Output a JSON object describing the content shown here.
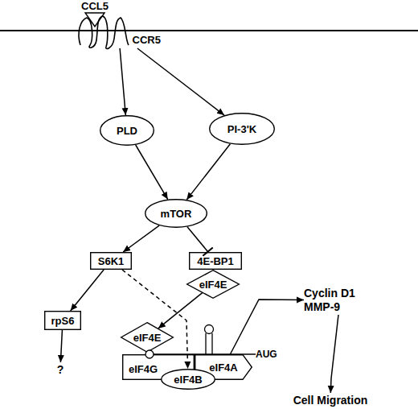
{
  "diagram": {
    "nodes": [
      {
        "text": [
          "CCL5"
        ]
      },
      {
        "text": [
          "CCR5"
        ]
      },
      {
        "text": [
          "PLD"
        ]
      },
      {
        "text": [
          "PI-3'K"
        ]
      },
      {
        "text": [
          "mTOR"
        ]
      },
      {
        "text": [
          "S6K1"
        ]
      },
      {
        "text": [
          "4E-BP1"
        ]
      },
      {
        "text": [
          "eIF4E"
        ]
      },
      {
        "text": [
          "rpS6"
        ]
      },
      {
        "text": [
          "eIF4E"
        ]
      },
      {
        "text": [
          "eIF4G"
        ]
      },
      {
        "text": [
          "eIF4A"
        ]
      },
      {
        "text": [
          "eIF4B"
        ]
      },
      {
        "text": [
          "Cyclin D1",
          "MMP-9"
        ]
      },
      {
        "text": [
          "?"
        ]
      },
      {
        "text": [
          "Cell Migration"
        ]
      }
    ],
    "edges": [
      {
        "from": 1,
        "to": 2,
        "arrow": "to"
      },
      {
        "from": 1,
        "to": 3,
        "arrow": "to"
      },
      {
        "from": 2,
        "to": 4,
        "arrow": "to"
      },
      {
        "from": 3,
        "to": 4,
        "arrow": "to"
      },
      {
        "from": 4,
        "to": 5,
        "arrow": "to"
      },
      {
        "from": 4,
        "to": 6,
        "arrow": "to"
      },
      {
        "from": 5,
        "to": 8,
        "arrow": "to"
      },
      {
        "from": 8,
        "to": 14,
        "arrow": "to"
      },
      {
        "from": 5,
        "to": 12,
        "arrow": "to"
      },
      {
        "from": 7,
        "to": 9,
        "arrow": "to"
      },
      {
        "from": 11,
        "to": 13,
        "arrow": "to"
      },
      {
        "from": 13,
        "to": 15,
        "arrow": "to"
      }
    ],
    "labels": [
      "AUG"
    ]
  }
}
